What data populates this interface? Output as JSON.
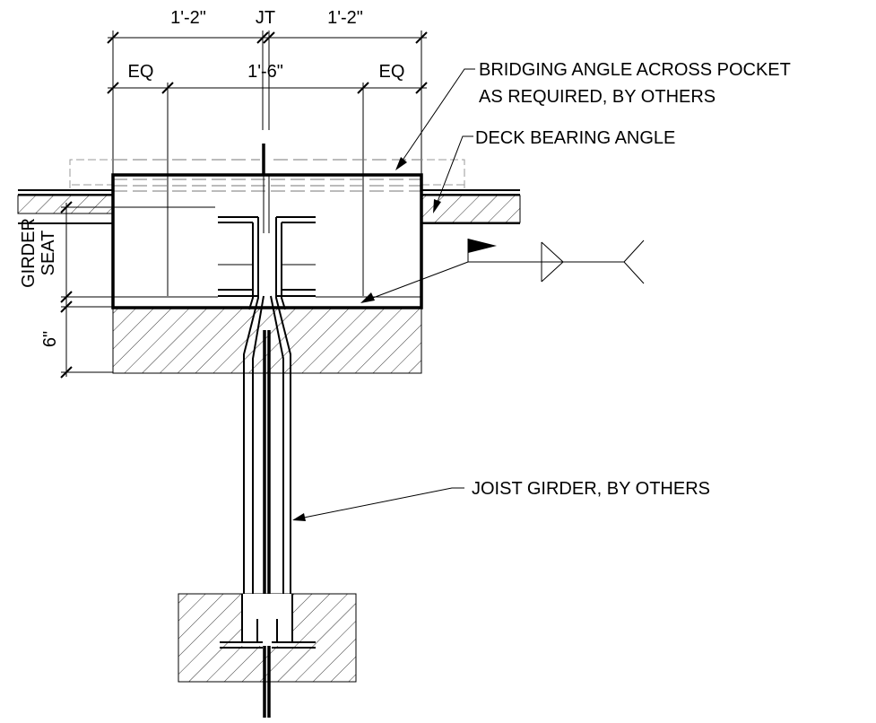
{
  "dimensions": {
    "left_span": "1'-2\"",
    "joint": "JT",
    "right_span": "1'-2\"",
    "left_eq": "EQ",
    "pocket_width": "1'-6\"",
    "right_eq": "EQ",
    "girder_seat_line1": "GIRDER",
    "girder_seat_line2": "SEAT",
    "bearing_depth": "6\""
  },
  "callouts": {
    "bridging_angle_line1": "BRIDGING ANGLE ACROSS POCKET",
    "bridging_angle_line2": "AS REQUIRED, BY OTHERS",
    "deck_bearing_angle": "DECK BEARING ANGLE",
    "joist_girder": "JOIST GIRDER, BY OTHERS"
  }
}
